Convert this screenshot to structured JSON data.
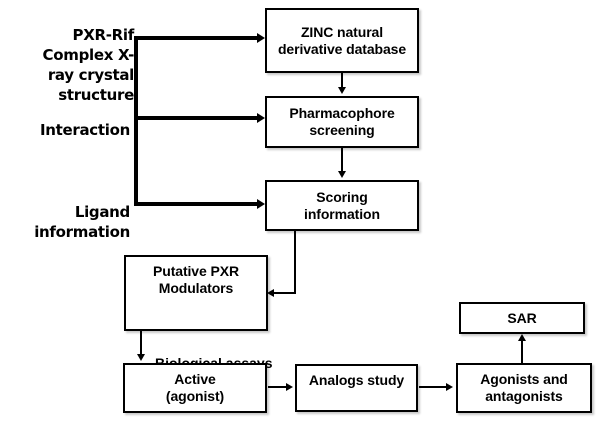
{
  "diagram": {
    "title_text": "PXR-Rif Complex X-ray crystal structure",
    "type": "flowchart",
    "background_color": "#ffffff",
    "line_color": "#000000",
    "text_color": "#000000",
    "box_fill": "#ffffff"
  },
  "inputs": [
    {
      "id": "input-xray",
      "text": "PXR-Rif Complex X-\nray crystal\nstructure"
    },
    {
      "id": "input-interaction",
      "text": "Interaction"
    },
    {
      "id": "input-ligand",
      "text": "Ligand\ninformation"
    }
  ],
  "nodes": [
    {
      "id": "zinc-database",
      "text": "ZINC natural\nderivative database"
    },
    {
      "id": "pharmacophore",
      "text": "Pharmacophore\nscreening"
    },
    {
      "id": "scoring",
      "text": "Scoring\ninformation"
    },
    {
      "id": "putative-modulators",
      "text": "Putative PXR\nModulators"
    },
    {
      "id": "active-agonist",
      "text": "Active\n(agonist)"
    },
    {
      "id": "analogs-study",
      "text": "Analogs study"
    },
    {
      "id": "agonists-antagonists",
      "text": "Agonists and\nantagonists"
    },
    {
      "id": "sar",
      "text": "SAR"
    }
  ],
  "edge_labels": [
    {
      "id": "biological-assays",
      "text": "Biological assays"
    }
  ],
  "edges": [
    {
      "from": "input-xray",
      "to": "zinc-database",
      "style": "thick-elbow"
    },
    {
      "from": "input-interaction",
      "to": "pharmacophore",
      "style": "thick"
    },
    {
      "from": "input-ligand",
      "to": "scoring",
      "style": "thick-elbow"
    },
    {
      "from": "zinc-database",
      "to": "pharmacophore",
      "style": "thin-down"
    },
    {
      "from": "pharmacophore",
      "to": "scoring",
      "style": "thin-down"
    },
    {
      "from": "scoring",
      "to": "putative-modulators",
      "style": "thin-elbow-left"
    },
    {
      "from": "putative-modulators",
      "to": "active-agonist",
      "style": "thin-down",
      "label": "Biological assays"
    },
    {
      "from": "active-agonist",
      "to": "analogs-study",
      "style": "thin-right"
    },
    {
      "from": "analogs-study",
      "to": "agonists-antagonists",
      "style": "thin-right"
    },
    {
      "from": "agonists-antagonists",
      "to": "sar",
      "style": "thin-up"
    }
  ]
}
